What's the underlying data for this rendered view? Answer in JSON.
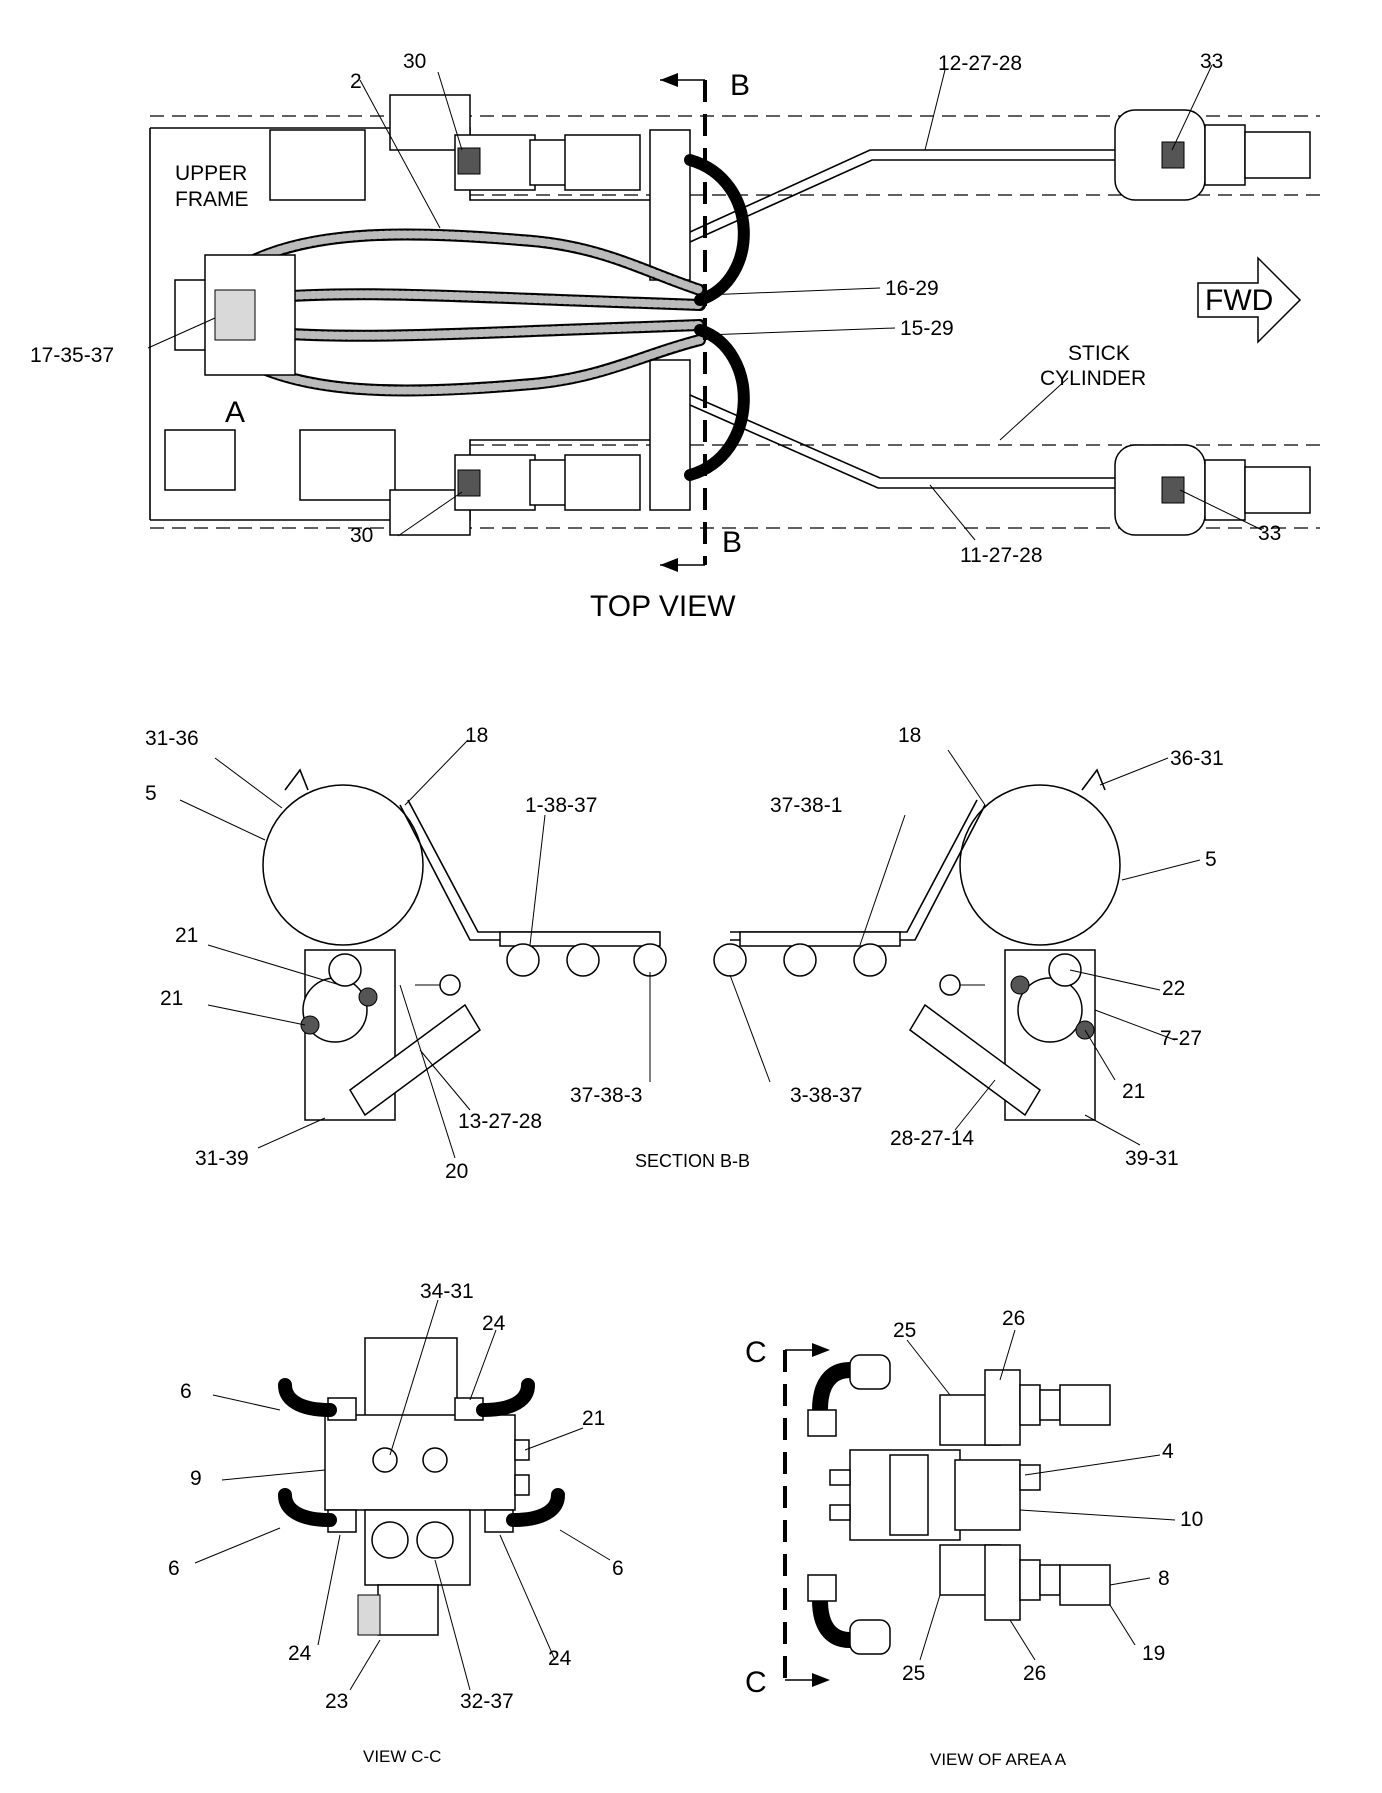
{
  "views": {
    "top_view": "TOP VIEW",
    "section_bb": "SECTION B-B",
    "view_cc": "VIEW C-C",
    "view_area_a": "VIEW OF AREA A"
  },
  "top_view_labels": {
    "upper_frame_1": "UPPER",
    "upper_frame_2": "FRAME",
    "fwd": "FWD",
    "stick_cylinder_1": "STICK",
    "stick_cylinder_2": "CYLINDER",
    "area_a": "A",
    "section_b_top": "B",
    "section_b_bottom": "B",
    "callouts": [
      "30",
      "2",
      "12-27-28",
      "33",
      "16-29",
      "15-29",
      "17-35-37",
      "30",
      "11-27-28",
      "33"
    ]
  },
  "section_bb_labels": {
    "callouts": [
      "31-36",
      "5",
      "18",
      "1-38-37",
      "21",
      "21",
      "13-27-28",
      "20",
      "37-38-3",
      "31-39",
      "37-38-1",
      "18",
      "36-31",
      "5",
      "22",
      "7-27",
      "21",
      "3-38-37",
      "28-27-14",
      "39-31"
    ]
  },
  "view_cc_labels": {
    "callouts": [
      "34-31",
      "24",
      "6",
      "21",
      "9",
      "6",
      "6",
      "24",
      "24",
      "23",
      "32-37"
    ]
  },
  "view_area_a_labels": {
    "section_c_top": "C",
    "section_c_bottom": "C",
    "callouts": [
      "25",
      "26",
      "4",
      "10",
      "8",
      "19",
      "25",
      "26"
    ]
  }
}
